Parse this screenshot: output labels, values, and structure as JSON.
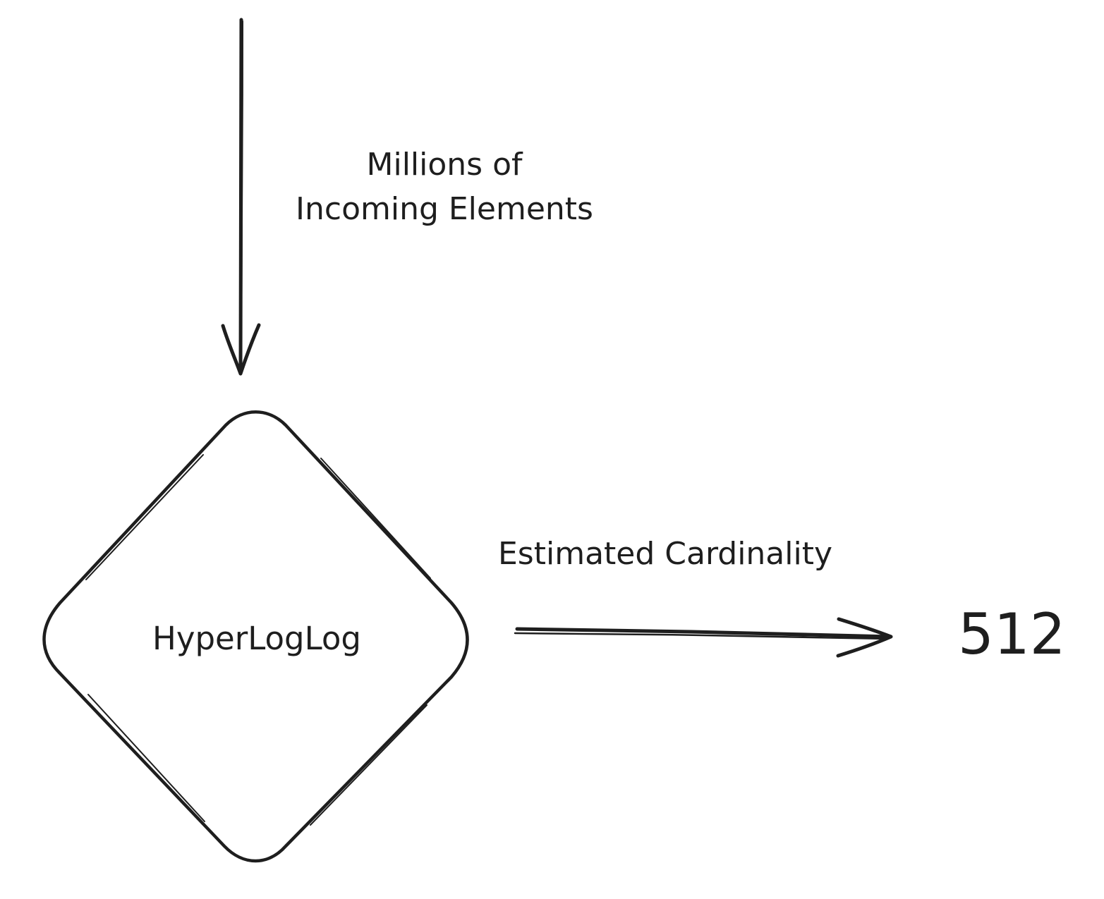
{
  "input_arrow": {
    "label_lines": [
      "Millions of",
      "Incoming Elements"
    ]
  },
  "node": {
    "label": "HyperLogLog"
  },
  "output_arrow": {
    "label": "Estimated Cardinality"
  },
  "result": {
    "value": "512"
  },
  "colors": {
    "stroke": "#1e1e1e",
    "background": "#ffffff"
  }
}
